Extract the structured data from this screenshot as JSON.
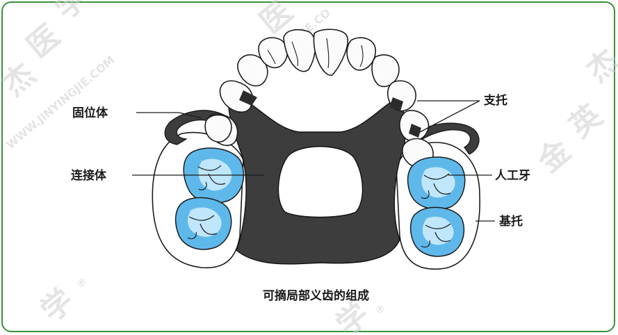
{
  "figure": {
    "caption": "可摘局部义齿的组成",
    "labels": {
      "retainer": "固位体",
      "connector": "连接体",
      "rest": "支托",
      "artificial_tooth": "人工牙",
      "base": "基托"
    }
  },
  "watermark": {
    "chars": [
      "杰",
      "医",
      "学",
      "英",
      "金",
      "杰"
    ],
    "url_text": "WWW.JINYINGJIE.COM",
    "url_fragment": "JIE.CO",
    "mark": "®"
  },
  "colors": {
    "frame_border": "#3a8f3a",
    "connector_fill": "#3d3d3d",
    "artificial_tooth": "#5fb8ea",
    "watermark": "#cfcfcf"
  }
}
